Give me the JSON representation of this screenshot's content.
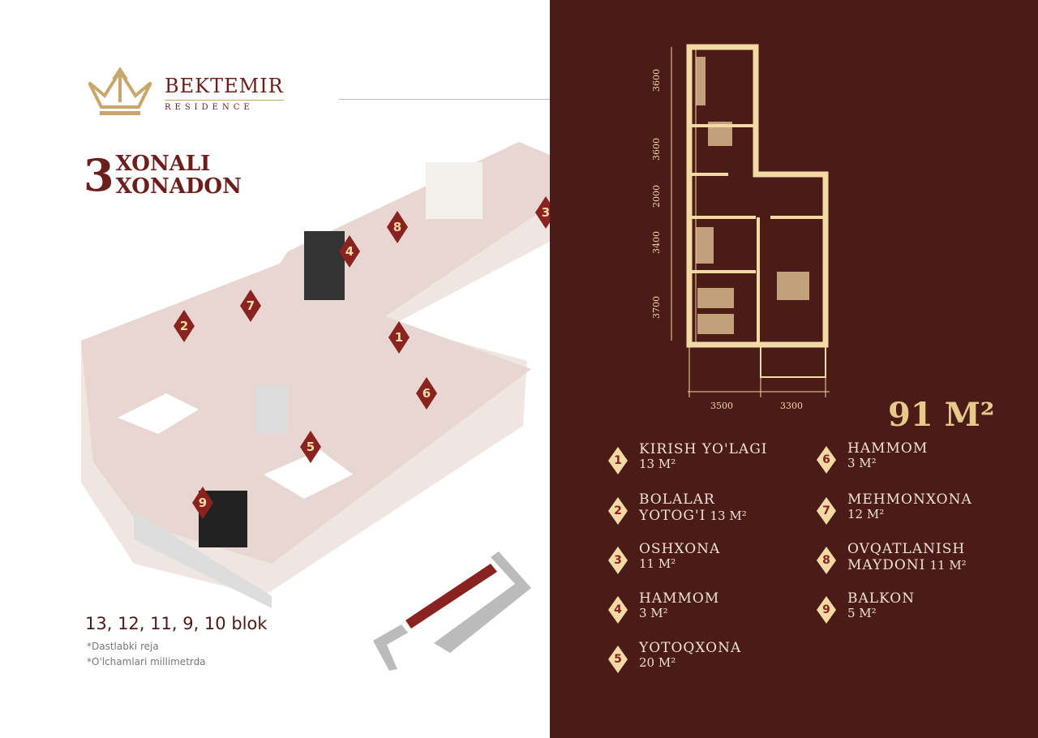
{
  "brand": {
    "name": "BEKTEMIR",
    "sub": "RESIDENCE"
  },
  "title": {
    "number": "3",
    "line1": "XONALI",
    "line2": "XONADON"
  },
  "blocks": "13, 12, 11, 9, 10 blok",
  "notes": [
    "*Dastlabki reja",
    "*O'lchamlari millimetrda"
  ],
  "total_area": "91 M²",
  "dimensions": {
    "vertical": [
      "3600",
      "3600",
      "2000",
      "3400",
      "3700"
    ],
    "horizontal": [
      "3500",
      "3300"
    ]
  },
  "rooms": [
    {
      "n": "1",
      "name": "KIRISH YO'LAGI",
      "area": "13 M²"
    },
    {
      "n": "2",
      "name": "BOLALAR",
      "name2": "YOTOG'I",
      "area": "13 M²"
    },
    {
      "n": "3",
      "name": "OSHXONA",
      "area": "11 M²"
    },
    {
      "n": "4",
      "name": "HAMMOM",
      "area": "3 M²"
    },
    {
      "n": "5",
      "name": "YOTOQXONA",
      "area": "20 M²"
    },
    {
      "n": "6",
      "name": "HAMMOM",
      "area": "3 M²"
    },
    {
      "n": "7",
      "name": "MEHMONXONA",
      "area": "12 M²"
    },
    {
      "n": "8",
      "name": "OVQATLANISH",
      "name2": "MAYDONI",
      "area": "11 M²"
    },
    {
      "n": "9",
      "name": "BALKON",
      "area": "5 M²"
    }
  ],
  "colors": {
    "maroon": "#4b1b18",
    "gold": "#f3d9a4",
    "red": "#8a2220"
  }
}
